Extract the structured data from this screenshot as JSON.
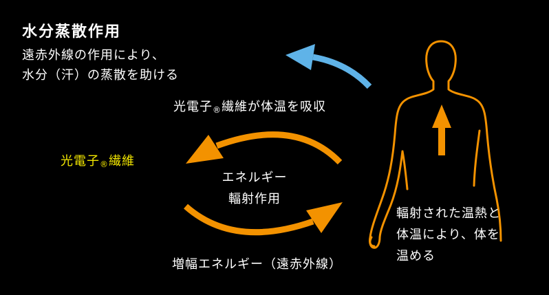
{
  "title": "水分蒸散作用",
  "description": {
    "line1": "遠赤外線の作用により、",
    "line2": "水分（汗）の蒸散を助ける"
  },
  "absorb": {
    "prefix": "光電子",
    "reg": "®",
    "suffix": "繊維が体温を吸収"
  },
  "fiber": {
    "prefix": "光電子",
    "reg": "®",
    "suffix": "繊維"
  },
  "center": {
    "line1": "エネルギー",
    "line2": "輻射作用"
  },
  "amplified": "増幅エネルギー（遠赤外線）",
  "body_text": {
    "line1": "輻射された温熱と",
    "line2": "体温により、体を",
    "line3": "温める"
  },
  "colors": {
    "background": "#000000",
    "orange": "#f39200",
    "blue": "#5fb3e8",
    "yellow": "#f2e600",
    "text": "#ffffff"
  }
}
